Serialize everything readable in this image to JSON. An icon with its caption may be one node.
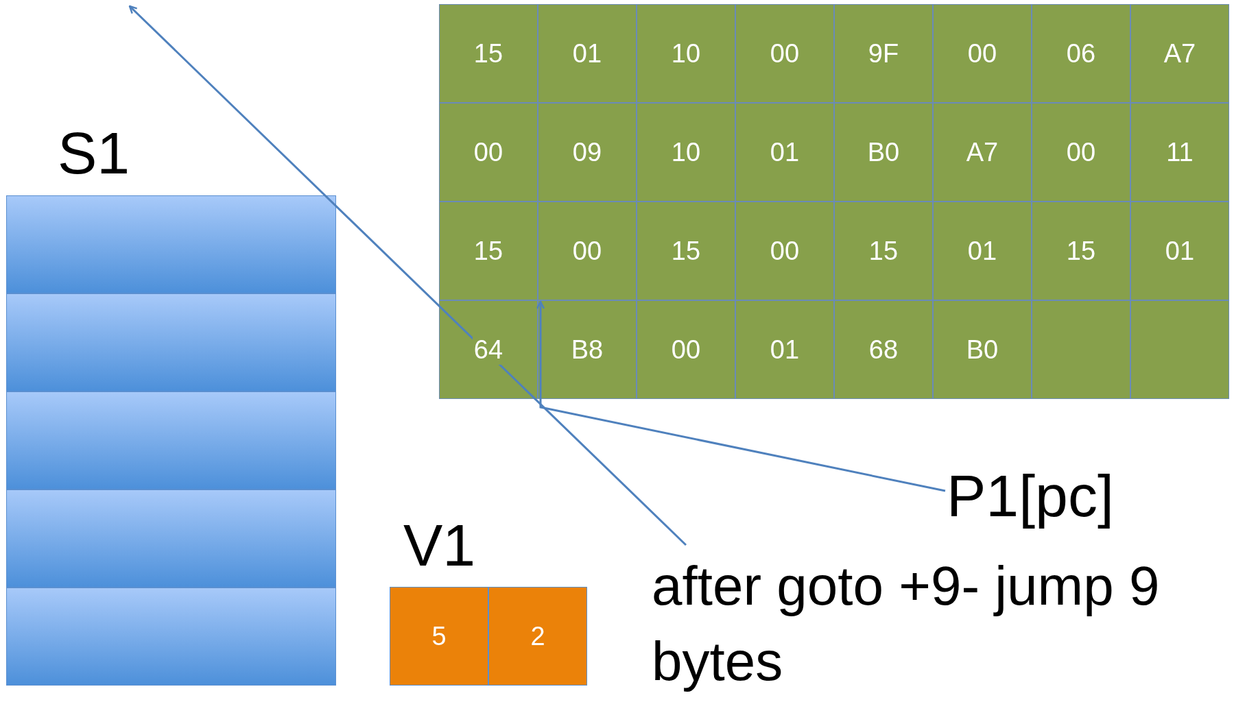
{
  "diagram": {
    "nodes": [
      {
        "text": [
          "15"
        ]
      },
      {
        "text": [
          "01"
        ]
      },
      {
        "text": [
          "10"
        ]
      },
      {
        "text": [
          "00"
        ]
      },
      {
        "text": [
          "9F"
        ]
      },
      {
        "text": [
          "00"
        ]
      },
      {
        "text": [
          "06"
        ]
      },
      {
        "text": [
          "A7"
        ]
      },
      {
        "text": [
          "00"
        ]
      },
      {
        "text": [
          "09"
        ]
      },
      {
        "text": [
          "10"
        ]
      },
      {
        "text": [
          "01"
        ]
      },
      {
        "text": [
          "B0"
        ]
      },
      {
        "text": [
          "A7"
        ]
      },
      {
        "text": [
          "00"
        ]
      },
      {
        "text": [
          "11"
        ]
      },
      {
        "text": [
          "15"
        ]
      },
      {
        "text": [
          "00"
        ]
      },
      {
        "text": [
          "15"
        ]
      },
      {
        "text": [
          "00"
        ]
      },
      {
        "text": [
          "15"
        ]
      },
      {
        "text": [
          "01"
        ]
      },
      {
        "text": [
          "15"
        ]
      },
      {
        "text": [
          "01"
        ]
      },
      {
        "text": [
          "64"
        ]
      },
      {
        "text": [
          "B8"
        ]
      },
      {
        "text": [
          "00"
        ]
      },
      {
        "text": [
          "01"
        ]
      },
      {
        "text": [
          "68"
        ]
      },
      {
        "text": [
          "B0"
        ]
      },
      {
        "text": [],
        "shape": "box"
      },
      {
        "text": [],
        "shape": "box"
      },
      {
        "text": [
          "S1"
        ]
      },
      {
        "text": [],
        "shape": "box",
        "in": 32
      },
      {
        "text": [],
        "shape": "box",
        "in": 32
      },
      {
        "text": [],
        "shape": "box",
        "in": 32
      },
      {
        "text": [],
        "shape": "box",
        "in": 32
      },
      {
        "text": [],
        "shape": "box",
        "in": 32
      },
      {
        "text": [
          "P1[pc]"
        ]
      },
      {
        "text": [
          "V1"
        ]
      },
      {
        "text": [
          "5"
        ],
        "in": 39
      },
      {
        "text": [
          "2"
        ],
        "in": 39
      },
      {
        "text": [
          "after goto +9- jump 9 bytes"
        ]
      }
    ],
    "edges": [
      {
        "from": 38,
        "to": 25,
        "arrow": "to"
      },
      {
        "from": 42,
        "to": null,
        "arrow": "to"
      }
    ]
  }
}
